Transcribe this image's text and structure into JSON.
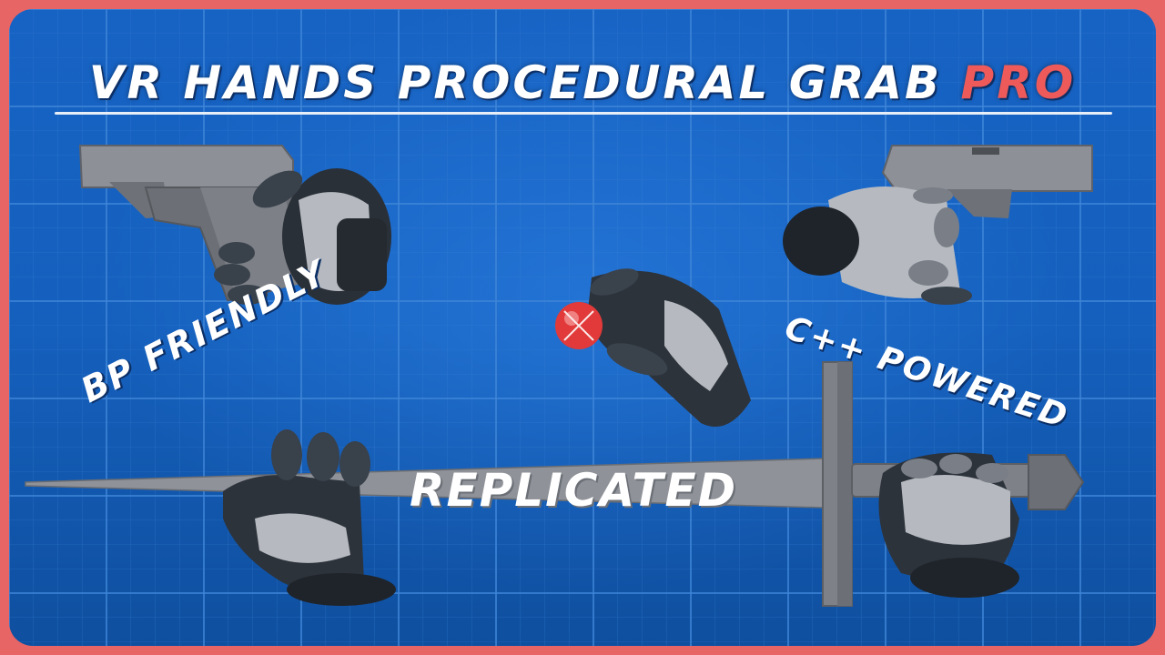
{
  "title": {
    "main": "VR HANDS PROCEDURAL GRAB ",
    "highlight": "PRO"
  },
  "features": {
    "blueprint": "BP FRIENDLY",
    "cpp": "C++ POWERED",
    "network": "REPLICATED"
  },
  "colors": {
    "border": "#e86565",
    "background": "#1763c4",
    "grid_line": "#3f86d8",
    "text": "#ffffff",
    "accent": "#ee5a5a",
    "prop_gray": "#8c8f95",
    "glove_dark": "#2a3038",
    "glove_silver": "#b8bcc2",
    "ball": "#e23a3a"
  },
  "props": [
    "pistol-left",
    "pistol-right",
    "red-ball",
    "sword"
  ]
}
